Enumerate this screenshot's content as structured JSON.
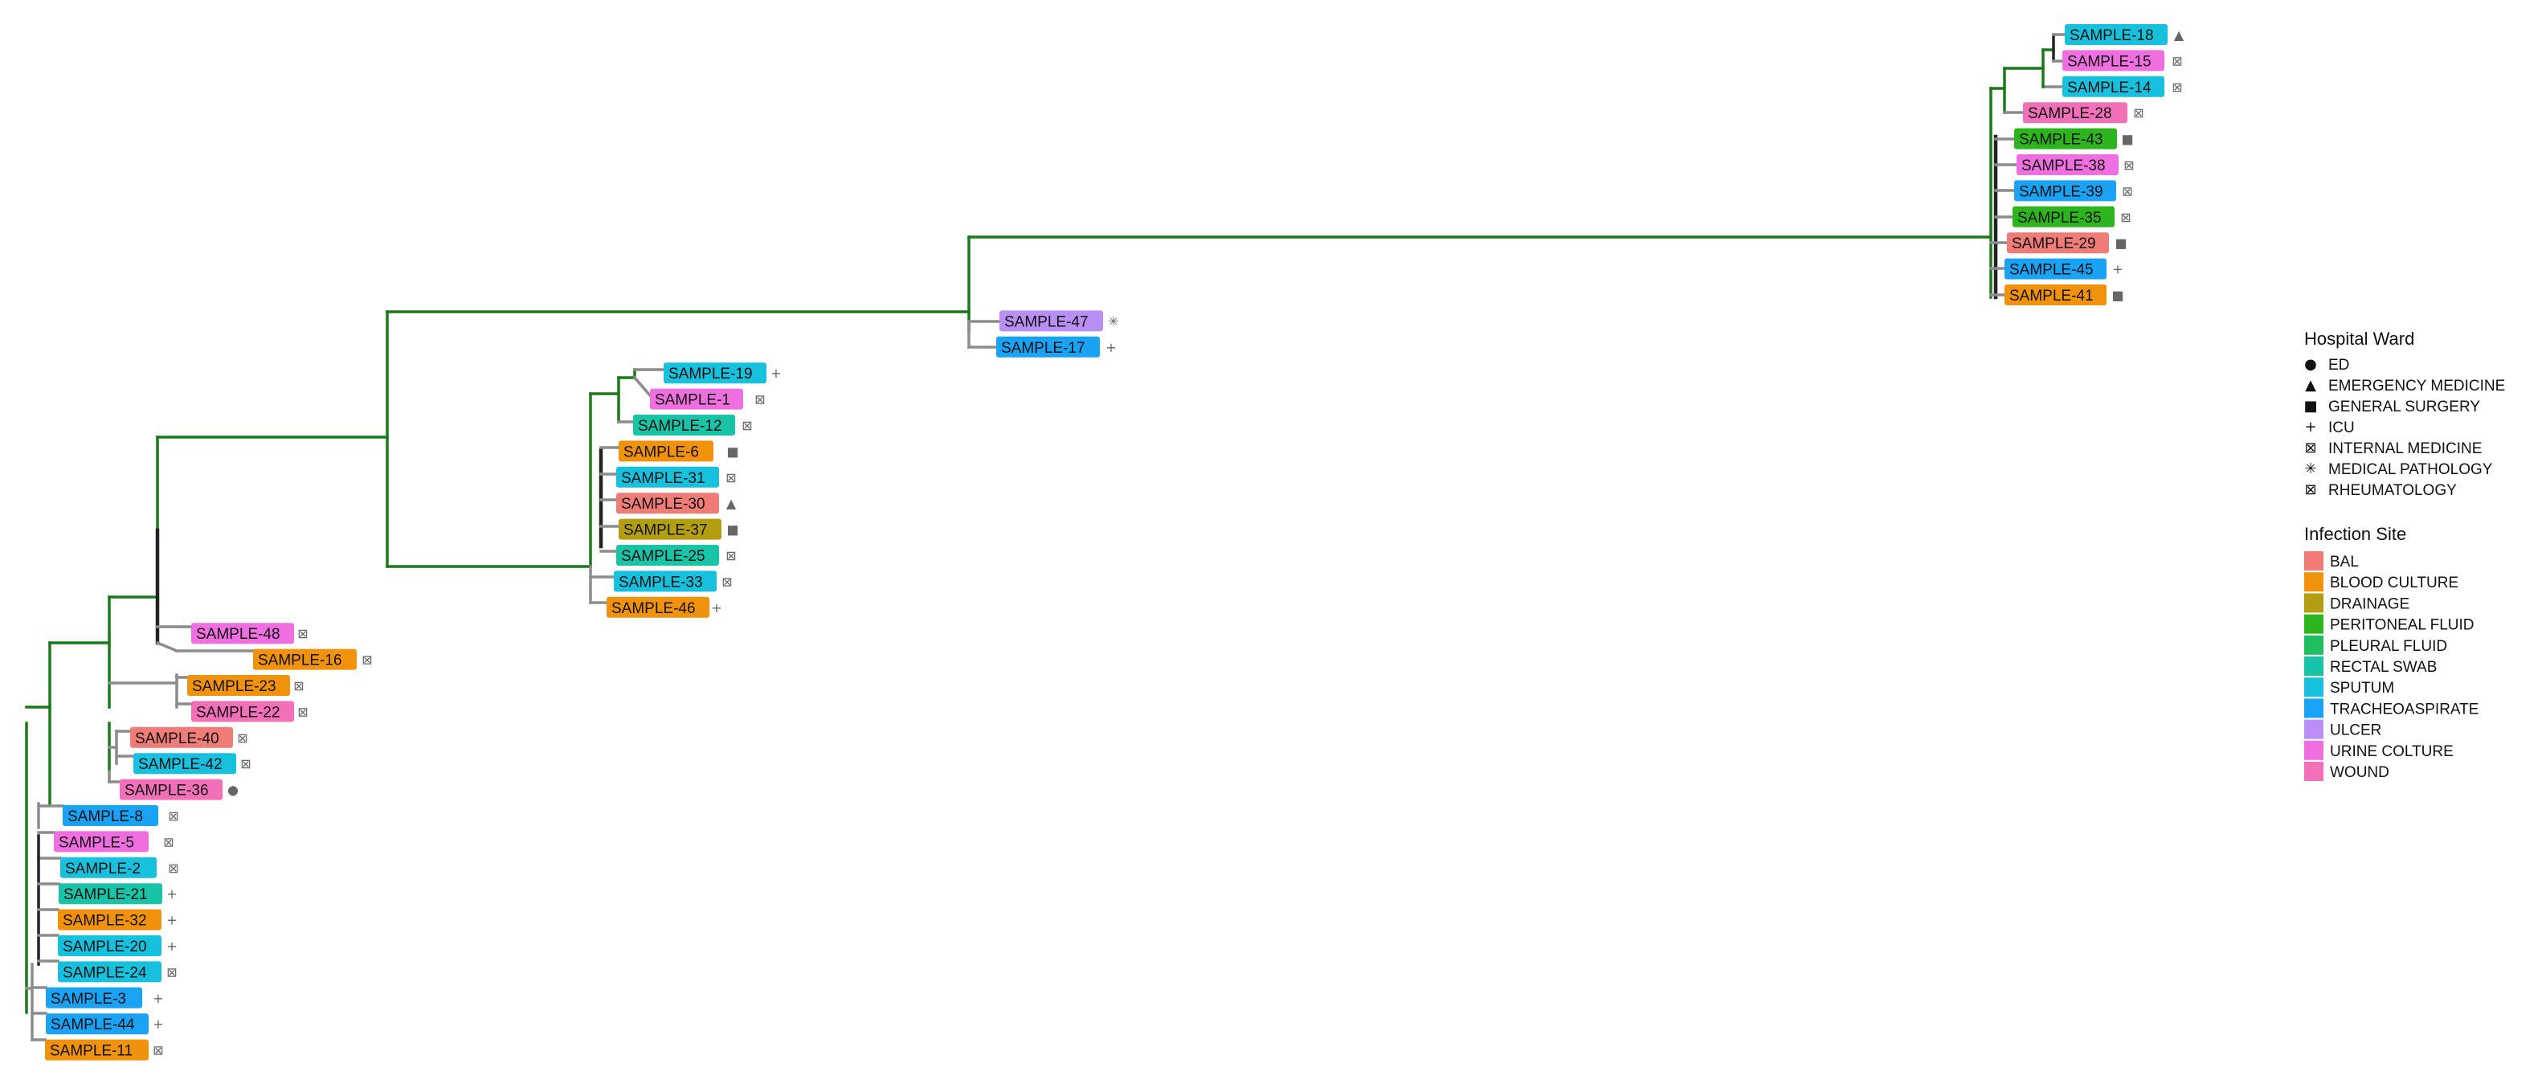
{
  "legend": {
    "ward_title": "Hospital Ward",
    "wards": [
      {
        "key": "ED",
        "label": "ED",
        "symbol": "●"
      },
      {
        "key": "EM",
        "label": "EMERGENCY MEDICINE",
        "symbol": "▲"
      },
      {
        "key": "GS",
        "label": "GENERAL SURGERY",
        "symbol": "■"
      },
      {
        "key": "ICU",
        "label": "ICU",
        "symbol": "+"
      },
      {
        "key": "IM",
        "label": "INTERNAL MEDICINE",
        "symbol": "⊠"
      },
      {
        "key": "MP",
        "label": "MEDICAL PATHOLOGY",
        "symbol": "✳"
      },
      {
        "key": "RH",
        "label": "RHEUMATOLOGY",
        "symbol": "⊠"
      }
    ],
    "site_title": "Infection Site",
    "sites": [
      {
        "key": "BAL",
        "label": "BAL",
        "color": "#f07c78"
      },
      {
        "key": "BC",
        "label": "BLOOD CULTURE",
        "color": "#f0920b"
      },
      {
        "key": "DR",
        "label": "DRAINAGE",
        "color": "#b39e12"
      },
      {
        "key": "PF",
        "label": "PERITONEAL FLUID",
        "color": "#2db51d"
      },
      {
        "key": "PL",
        "label": "PLEURAL FLUID",
        "color": "#1fbf61"
      },
      {
        "key": "RS",
        "label": "RECTAL SWAB",
        "color": "#19c3a6"
      },
      {
        "key": "SP",
        "label": "SPUTUM",
        "color": "#17c1de"
      },
      {
        "key": "TA",
        "label": "TRACHEOASPIRATE",
        "color": "#1aa2f5"
      },
      {
        "key": "UL",
        "label": "ULCER",
        "color": "#b98ff5"
      },
      {
        "key": "UC",
        "label": "URINE COLTURE",
        "color": "#f06fe0"
      },
      {
        "key": "WO",
        "label": "WOUND",
        "color": "#f270b8"
      }
    ]
  },
  "tips": [
    {
      "label": "SAMPLE-18",
      "site": "SP",
      "ward": "EM"
    },
    {
      "label": "SAMPLE-15",
      "site": "UC",
      "ward": "IM"
    },
    {
      "label": "SAMPLE-14",
      "site": "SP",
      "ward": "IM"
    },
    {
      "label": "SAMPLE-28",
      "site": "WO",
      "ward": "IM"
    },
    {
      "label": "SAMPLE-43",
      "site": "PF",
      "ward": "GS"
    },
    {
      "label": "SAMPLE-38",
      "site": "UC",
      "ward": "IM"
    },
    {
      "label": "SAMPLE-39",
      "site": "TA",
      "ward": "IM"
    },
    {
      "label": "SAMPLE-35",
      "site": "PF",
      "ward": "IM"
    },
    {
      "label": "SAMPLE-29",
      "site": "BAL",
      "ward": "GS"
    },
    {
      "label": "SAMPLE-45",
      "site": "TA",
      "ward": "ICU"
    },
    {
      "label": "SAMPLE-41",
      "site": "BC",
      "ward": "GS"
    },
    {
      "label": "SAMPLE-47",
      "site": "UL",
      "ward": "MP"
    },
    {
      "label": "SAMPLE-17",
      "site": "TA",
      "ward": "ICU"
    },
    {
      "label": "SAMPLE-19",
      "site": "SP",
      "ward": "ICU"
    },
    {
      "label": "SAMPLE-1",
      "site": "UC",
      "ward": "IM"
    },
    {
      "label": "SAMPLE-12",
      "site": "RS",
      "ward": "IM"
    },
    {
      "label": "SAMPLE-6",
      "site": "BC",
      "ward": "GS"
    },
    {
      "label": "SAMPLE-31",
      "site": "SP",
      "ward": "IM"
    },
    {
      "label": "SAMPLE-30",
      "site": "BAL",
      "ward": "EM"
    },
    {
      "label": "SAMPLE-37",
      "site": "DR",
      "ward": "GS"
    },
    {
      "label": "SAMPLE-25",
      "site": "RS",
      "ward": "IM"
    },
    {
      "label": "SAMPLE-33",
      "site": "SP",
      "ward": "IM"
    },
    {
      "label": "SAMPLE-46",
      "site": "BC",
      "ward": "ICU"
    },
    {
      "label": "SAMPLE-48",
      "site": "UC",
      "ward": "IM"
    },
    {
      "label": "SAMPLE-16",
      "site": "BC",
      "ward": "IM"
    },
    {
      "label": "SAMPLE-23",
      "site": "BC",
      "ward": "IM"
    },
    {
      "label": "SAMPLE-22",
      "site": "WO",
      "ward": "IM"
    },
    {
      "label": "SAMPLE-40",
      "site": "BAL",
      "ward": "IM"
    },
    {
      "label": "SAMPLE-42",
      "site": "SP",
      "ward": "IM"
    },
    {
      "label": "SAMPLE-36",
      "site": "WO",
      "ward": "ED"
    },
    {
      "label": "SAMPLE-8",
      "site": "TA",
      "ward": "IM"
    },
    {
      "label": "SAMPLE-5",
      "site": "UC",
      "ward": "IM"
    },
    {
      "label": "SAMPLE-2",
      "site": "SP",
      "ward": "IM"
    },
    {
      "label": "SAMPLE-21",
      "site": "RS",
      "ward": "ICU"
    },
    {
      "label": "SAMPLE-32",
      "site": "BC",
      "ward": "ICU"
    },
    {
      "label": "SAMPLE-20",
      "site": "SP",
      "ward": "ICU"
    },
    {
      "label": "SAMPLE-24",
      "site": "SP",
      "ward": "IM"
    },
    {
      "label": "SAMPLE-3",
      "site": "TA",
      "ward": "ICU"
    },
    {
      "label": "SAMPLE-44",
      "site": "TA",
      "ward": "ICU"
    },
    {
      "label": "SAMPLE-11",
      "site": "BC",
      "ward": "IM"
    }
  ],
  "branch_colors": {
    "internal": "#1a7a1a",
    "minor": "#222222",
    "terminal": "#8c8c8c"
  }
}
